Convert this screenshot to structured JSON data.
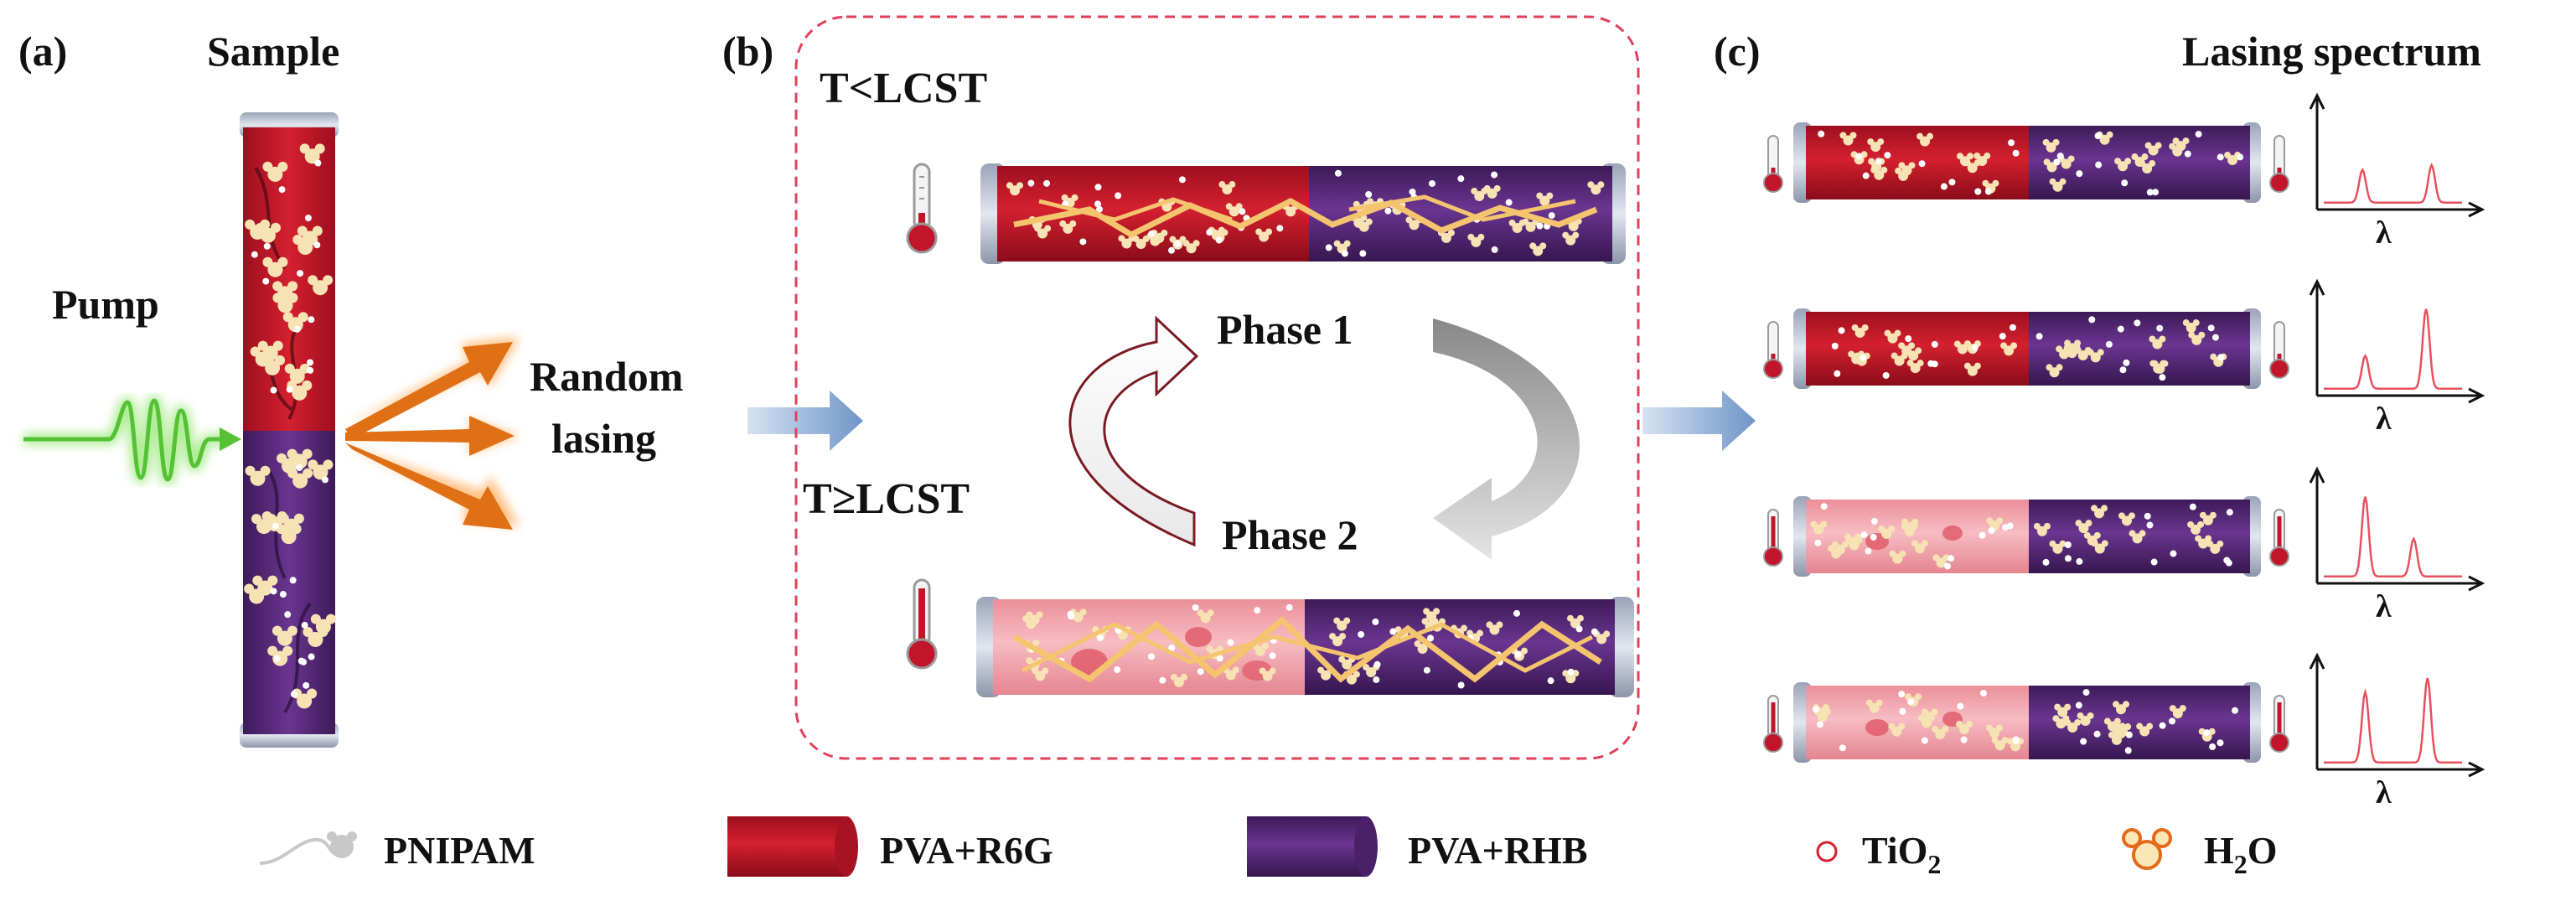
{
  "panel_a": {
    "label": "(a)",
    "sample": "Sample",
    "pump": "Pump",
    "random_lasing_line1": "Random",
    "random_lasing_line2": "lasing"
  },
  "panel_b": {
    "label": "(b)",
    "t_below": "T<LCST",
    "t_above": "T≥LCST",
    "phase1": "Phase 1",
    "phase2": "Phase 2"
  },
  "panel_c": {
    "label": "(c)",
    "title": "Lasing spectrum",
    "axis_symbol": "λ"
  },
  "legend": {
    "pnipam": "PNIPAM",
    "pva_r6g": "PVA+R6G",
    "pva_rhb": "PVA+RHB",
    "tio2_main": "TiO",
    "tio2_sub": "2",
    "h2o_main": "H",
    "h2o_sub": "2",
    "h2o_end": "O"
  },
  "colors": {
    "r6g_red": "#c0152a",
    "rhb_purple": "#5a2a7a",
    "heated_pink": "#f2a7ae",
    "pump_green": "#55c235",
    "laser_orange": "#e0701a",
    "dash_red": "#e0415a",
    "arrow_blue": "#8fb0d8"
  }
}
